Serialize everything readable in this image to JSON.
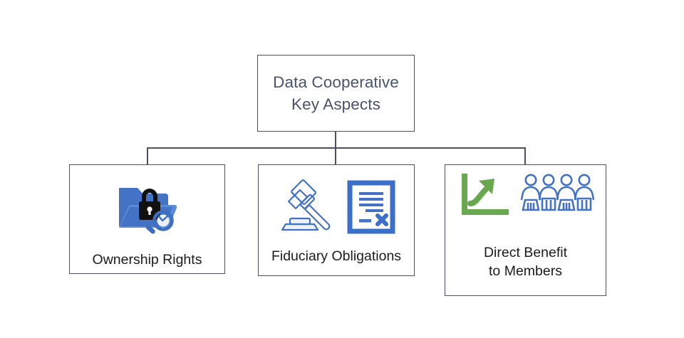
{
  "diagram": {
    "type": "hierarchy",
    "root": {
      "label": "Data Cooperative\nKey Aspects",
      "text_color": "#49546b",
      "border_color": "#4a4f63"
    },
    "children": [
      {
        "label": "Ownership Rights",
        "icons": [
          "folder-lock-search-icon"
        ],
        "colors": {
          "folder": "#4472c4",
          "folder_dark": "#2f5597",
          "lock": "#111111",
          "search": "#3d6fc0"
        }
      },
      {
        "label": "Fiduciary Obligations",
        "icons": [
          "gavel-icon",
          "document-x-icon"
        ],
        "colors": {
          "outline": "#4472c4",
          "document_border": "#3b6fc9"
        }
      },
      {
        "label": "Direct Benefit\nto Members",
        "icons": [
          "growth-chart-icon",
          "people-group-icon"
        ],
        "colors": {
          "chart": "#6aa84f",
          "people": "#4472c4"
        }
      }
    ],
    "connector_color": "#4a4f63",
    "background": "#ffffff"
  }
}
